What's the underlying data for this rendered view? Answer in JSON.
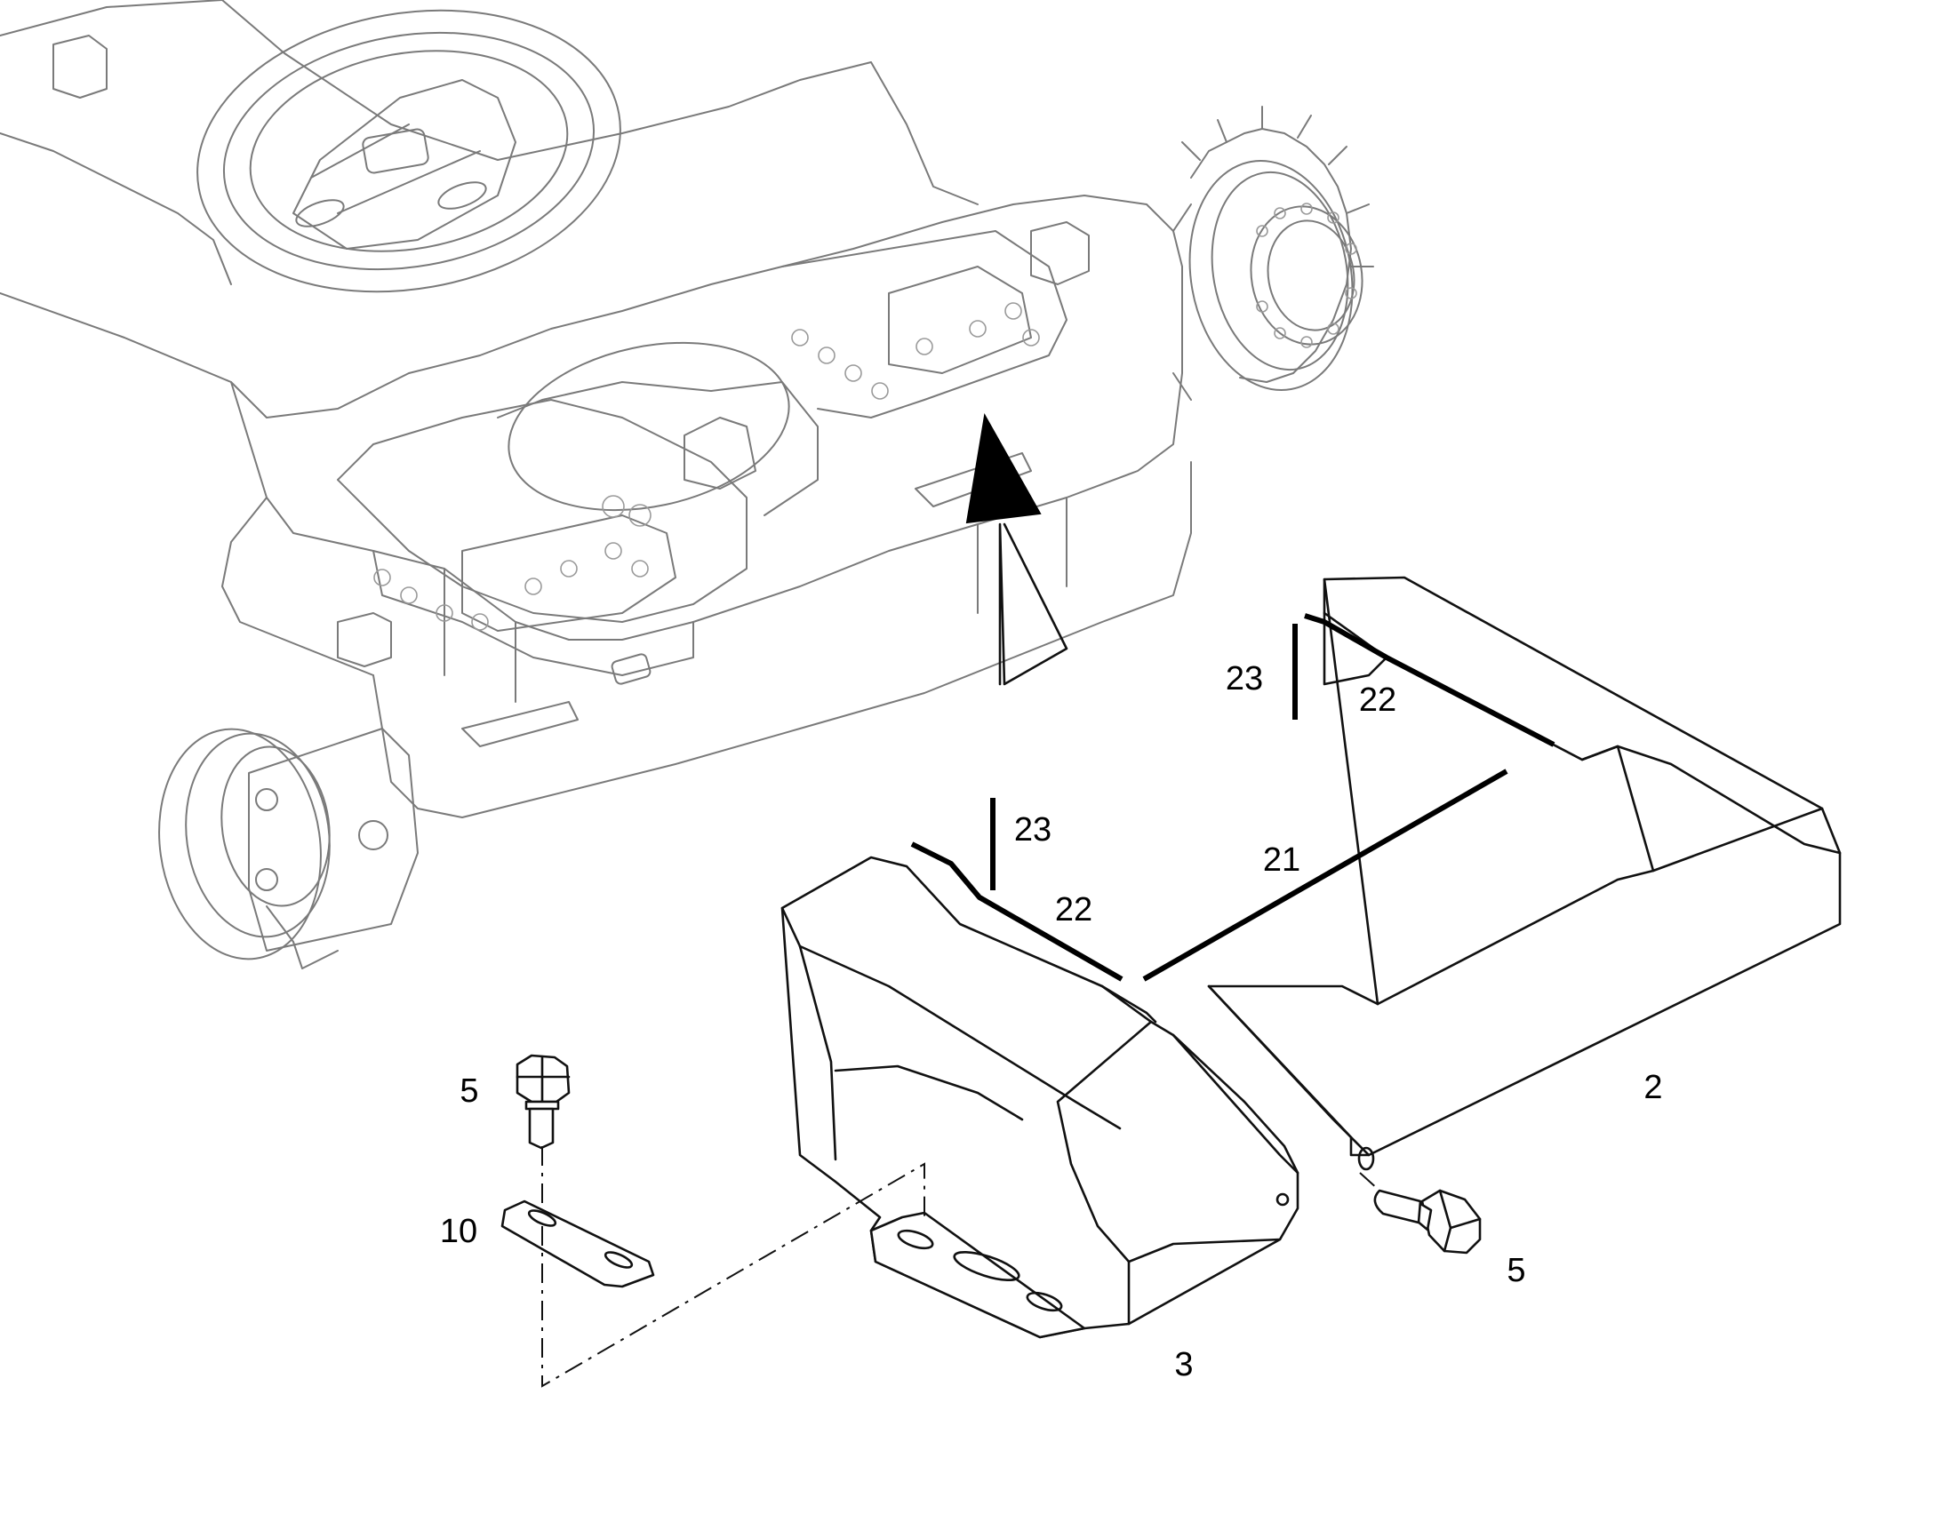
{
  "callouts": {
    "c2": "2",
    "c3": "3",
    "c5a": "5",
    "c5b": "5",
    "c10": "10",
    "c21": "21",
    "c22a": "22",
    "c22b": "22",
    "c23a": "23",
    "c23b": "23"
  }
}
